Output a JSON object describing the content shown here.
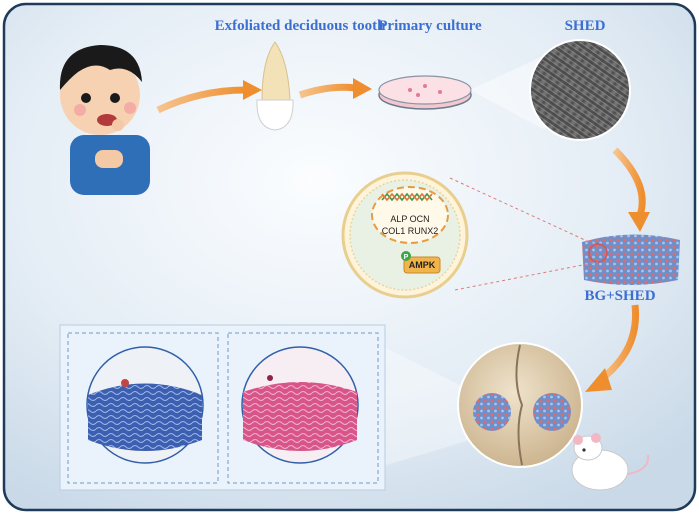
{
  "labels": {
    "tooth": "Exfoliated deciduous tooth",
    "culture": "Primary culture",
    "shed": "SHED",
    "bg_shed": "BG+SHED"
  },
  "cell_diagram": {
    "genes_line1": "ALP  OCN",
    "genes_line2": "COL1  RUNX2",
    "kinase": "AMPK",
    "phospho": "P"
  },
  "colors": {
    "label_blue": "#3b6fd2",
    "arrow_orange": "#f0a24a",
    "frame_border": "#1f3b5a",
    "background_blue": "#dbe6f0"
  }
}
